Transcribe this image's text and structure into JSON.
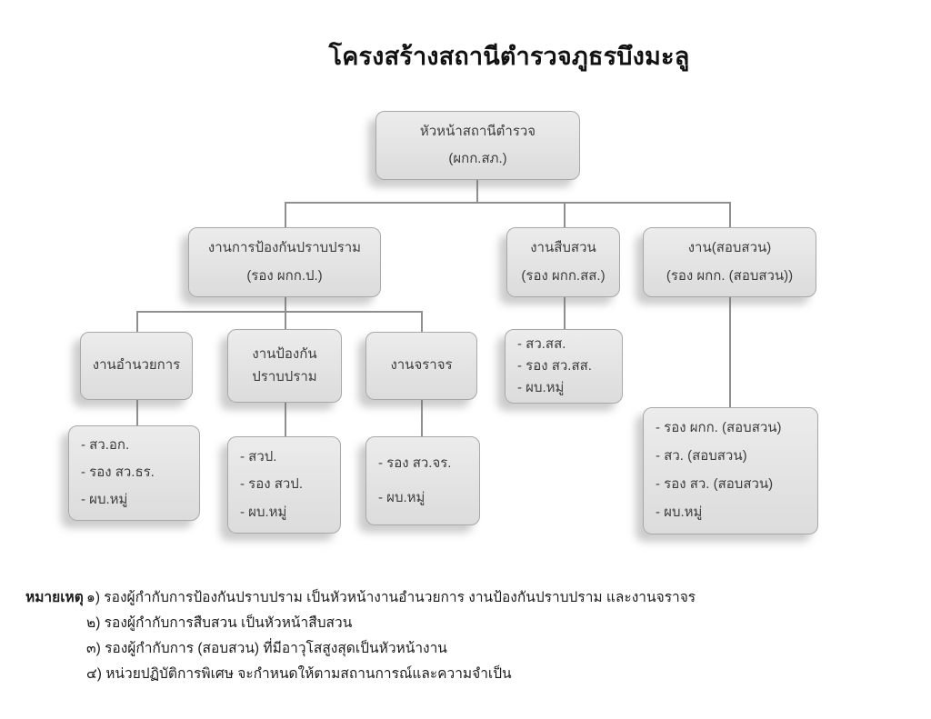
{
  "title": "โครงสร้างสถานีตำรวจภูธรบึงมะลู",
  "colors": {
    "box_fill": "#e5e5e5",
    "box_border": "#a8a8a8",
    "connector": "#8f8f8f",
    "text": "#3d3d3d",
    "title_text": "#111111"
  },
  "nodes": {
    "chief": {
      "lines": [
        "หัวหน้าสถานีตำรวจ",
        "(ผกก.สภ.)"
      ]
    },
    "prevention": {
      "lines": [
        "งานการป้องกันปราบปราม",
        "(รอง ผกก.ป.)"
      ]
    },
    "investigation": {
      "lines": [
        "งานสืบสวน",
        "(รอง ผกก.สส.)"
      ]
    },
    "inquiry": {
      "lines": [
        "งาน(สอบสวน)",
        "(รอง ผกก. (สอบสวน))"
      ]
    },
    "admin": {
      "lines": [
        "งานอำนวยการ"
      ]
    },
    "suppression": {
      "lines": [
        "งานป้องกัน",
        "ปราบปราม"
      ]
    },
    "traffic": {
      "lines": [
        "งานจราจร"
      ]
    },
    "investigation_staff": {
      "lines": [
        "- สว.สส.",
        "- รอง สว.สส.",
        "- ผบ.หมู่"
      ]
    },
    "admin_staff": {
      "lines": [
        "- สว.อก.",
        "- รอง สว.ธร.",
        "- ผบ.หมู่"
      ]
    },
    "suppression_staff": {
      "lines": [
        "- สวป.",
        "- รอง สวป.",
        "- ผบ.หมู่"
      ]
    },
    "traffic_staff": {
      "lines": [
        "- รอง สว.จร.",
        "- ผบ.หมู่"
      ]
    },
    "inquiry_staff": {
      "lines": [
        "- รอง ผกก. (สอบสวน)",
        "- สว. (สอบสวน)",
        "- รอง สว. (สอบสวน)",
        "- ผบ.หมู่"
      ]
    }
  },
  "notes": {
    "label": "หมายเหตุ",
    "items": [
      "๑) รองผู้กำกับการป้องกันปราบปราม เป็นหัวหน้างานอำนวยการ งานป้องกันปราบปราม และงานจราจร",
      "๒) รองผู้กำกับการสืบสวน เป็นหัวหน้าสืบสวน",
      "๓) รองผู้กำกับการ (สอบสวน) ที่มีอาวุโสสูงสุดเป็นหัวหน้างาน",
      "๔) หน่วยปฏิบัติการพิเศษ จะกำหนดให้ตามสถานการณ์และความจำเป็น"
    ]
  }
}
